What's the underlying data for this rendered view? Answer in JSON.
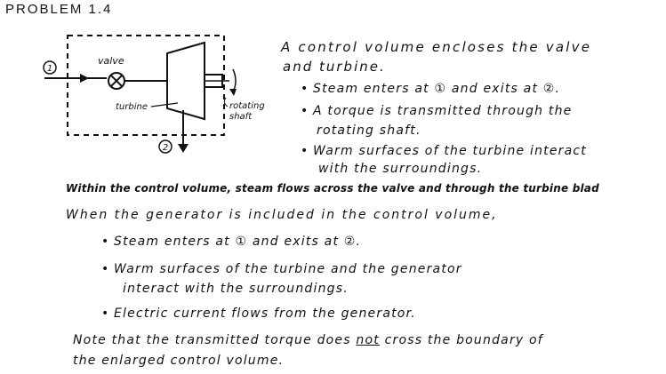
{
  "title": "PROBLEM 1.4",
  "diagram": {
    "inlet_label": "1",
    "outlet_label": "2",
    "valve_label": "valve",
    "turbine_label": "turbine",
    "shaft_label": [
      "rotating",
      "shaft"
    ]
  },
  "cv_text": {
    "intro": [
      "A control volume encloses the valve",
      "and turbine."
    ],
    "bullets": [
      "Steam enters at ① and exits at ②.",
      "A torque is transmitted through the",
      "rotating shaft.",
      "Warm surfaces of the turbine interact",
      "with the surroundings."
    ]
  },
  "within_line": "Within the control volume, steam flows across the valve and through the turbine blad",
  "generator": {
    "intro": "When the generator is included in the control volume,",
    "bullets": [
      "Steam enters at ① and exits at ②.",
      "Warm surfaces of the turbine and the generator",
      "interact with the surroundings.",
      "Electric current flows from the generator."
    ]
  },
  "note": {
    "line1_pre": "Note that the transmitted torque does",
    "line1_not": "not",
    "line1_post": "cross the boundary of",
    "line2": "the enlarged control volume."
  }
}
